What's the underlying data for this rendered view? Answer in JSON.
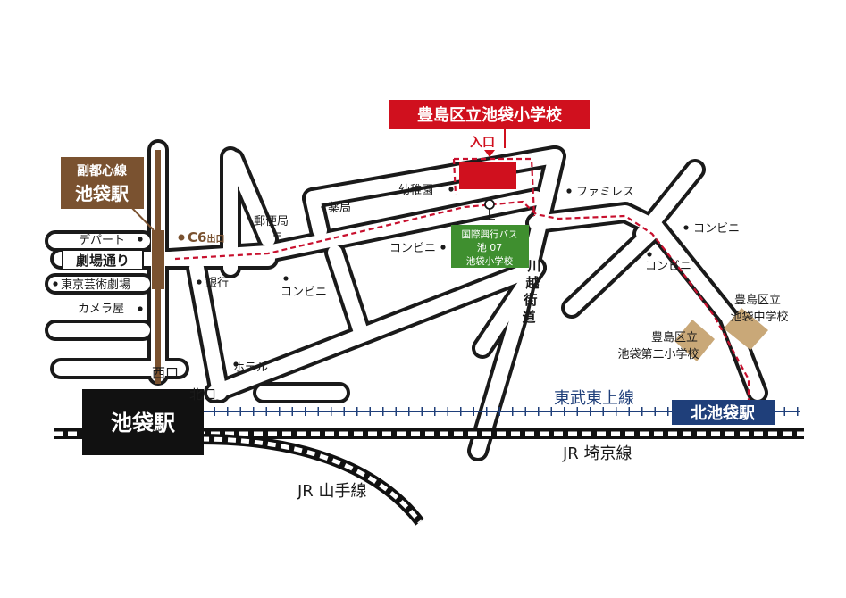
{
  "colors": {
    "road_outline": "#1a1a1a",
    "road_fill": "#ffffff",
    "route": "#c8102e",
    "school_red": "#d0101e",
    "subway_brown": "#7a5230",
    "bus_green": "#3f8f2f",
    "station_black": "#111111",
    "tobu_blue": "#1f3f7a",
    "school_tan": "#c9a878"
  },
  "school": {
    "title": "豊島区立池袋小学校",
    "entrance": "入口",
    "kindergarten": "幼稚園"
  },
  "subway": {
    "line": "副都心線",
    "station": "池袋駅",
    "exit": "C6",
    "exit_suffix": "出口"
  },
  "stations": {
    "ikebukuro": "池袋駅",
    "kita_ikebukuro": "北池袋駅"
  },
  "gates": {
    "west": "西口",
    "north": "北口"
  },
  "railways": {
    "tobu": "東武東上線",
    "saikyo": "JR 埼京線",
    "yamanote": "JR 山手線"
  },
  "streets": {
    "gekijo": "劇場通り",
    "kawagoe": [
      "川",
      "越",
      "街",
      "道"
    ]
  },
  "bus_stop": {
    "line1": "国際興行バス",
    "line2": "池 07",
    "line3": "池袋小学校"
  },
  "pois": {
    "department": "デパート",
    "theatre": "東京芸術劇場",
    "camera": "カメラ屋",
    "bank": "銀行",
    "post": "郵便局",
    "post_mark": "〒",
    "pharmacy": "薬局",
    "konbini": "コンビニ",
    "hotel": "ホテル",
    "familymart": "ファミレス"
  },
  "schools_other": {
    "chugakko": [
      "豊島区立",
      "池袋中学校"
    ],
    "daini": [
      "豊島区立",
      "池袋第二小学校"
    ]
  }
}
